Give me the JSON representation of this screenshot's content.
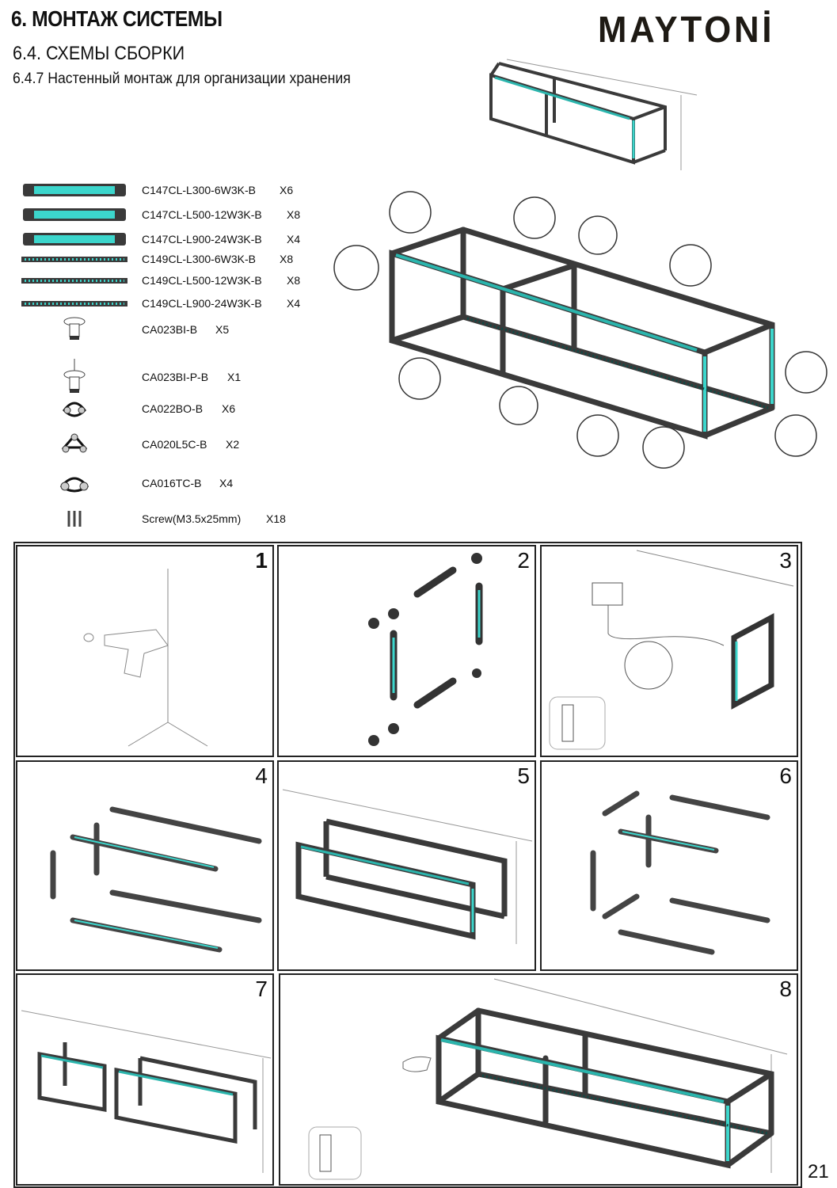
{
  "header": {
    "section_title": "6. МОНТАЖ СИСТЕМЫ",
    "subsection_title": "6.4. СХЕМЫ СБОРКИ",
    "item_title": "6.4.7 Настенный монтаж для организации хранения",
    "brand_logo": "MAYTONİ"
  },
  "parts": [
    {
      "icon": "tube-light-icon",
      "name": "C147CL-L300-6W3K-B",
      "qty": "X6"
    },
    {
      "icon": "tube-light-icon",
      "name": "C147CL-L500-12W3K-B",
      "qty": "X8"
    },
    {
      "icon": "tube-light-icon",
      "name": "C147CL-L900-24W3K-B",
      "qty": "X4"
    },
    {
      "icon": "led-strip-icon",
      "name": "C149CL-L300-6W3K-B",
      "qty": "X8"
    },
    {
      "icon": "led-strip-icon",
      "name": "C149CL-L500-12W3K-B",
      "qty": "X8"
    },
    {
      "icon": "led-strip-icon",
      "name": "C149CL-L900-24W3K-B",
      "qty": "X4"
    },
    {
      "icon": "wall-mount-icon",
      "name": "CA023BI-B",
      "qty": "X5"
    },
    {
      "icon": "wall-mount-power-icon",
      "name": "CA023BI-P-B",
      "qty": "X1"
    },
    {
      "icon": "connector-icon",
      "name": "CA022BO-B",
      "qty": "X6"
    },
    {
      "icon": "connector-icon",
      "name": "CA020L5C-B",
      "qty": "X2"
    },
    {
      "icon": "connector-icon",
      "name": "CA016TC-B",
      "qty": "X4"
    },
    {
      "icon": "screws-icon",
      "name": "Screw(M3.5x25mm)",
      "qty": "X18"
    }
  ],
  "steps": [
    "1",
    "2",
    "3",
    "4",
    "5",
    "6",
    "7",
    "8"
  ],
  "page_number": "21",
  "colors": {
    "pipe": "#3a3a3a",
    "light": "#3cd6cc"
  }
}
